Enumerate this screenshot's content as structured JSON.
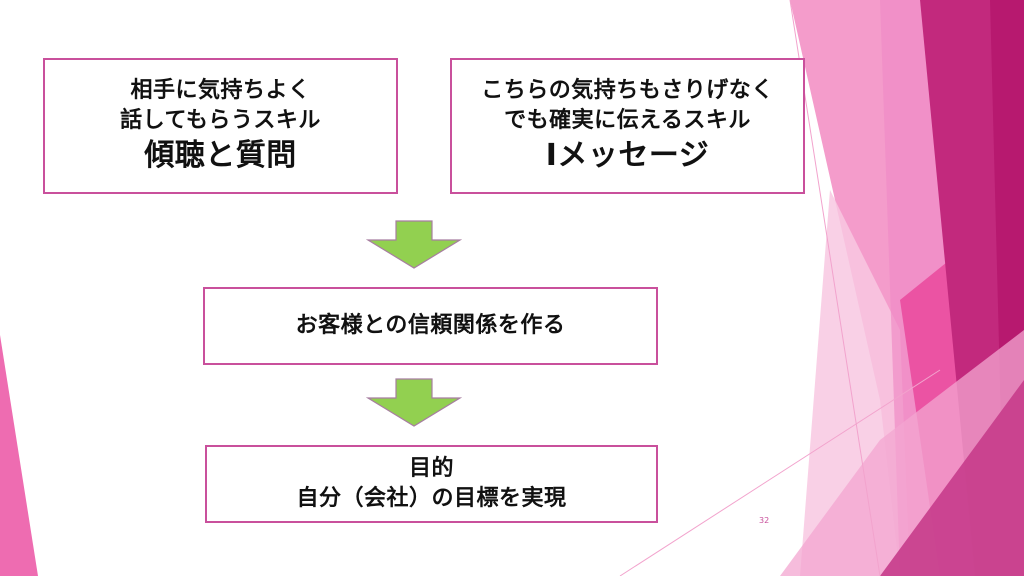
{
  "slide": {
    "page_number": "32",
    "colors": {
      "box_border": "#c9509c",
      "arrow_fill": "#92d050",
      "arrow_border": "#a77ea0",
      "accent_dark": "#b7196f",
      "accent_mid": "#c2297d",
      "accent_light": "#f08fc4"
    }
  },
  "boxes": {
    "listening": {
      "lines": [
        "相手に気持ちよく",
        "話してもらうスキル"
      ],
      "title": "傾聴と質問"
    },
    "imessage": {
      "lines": [
        "こちらの気持ちもさりげなく",
        "でも確実に伝えるスキル"
      ],
      "title": "Iメッセージ"
    },
    "trust": {
      "text": "お客様との信頼関係を作る"
    },
    "goal": {
      "lines": [
        "目的",
        "自分（会社）の目標を実現"
      ]
    }
  },
  "arrows": [
    {
      "icon": "down-arrow-icon"
    },
    {
      "icon": "down-arrow-icon"
    }
  ]
}
